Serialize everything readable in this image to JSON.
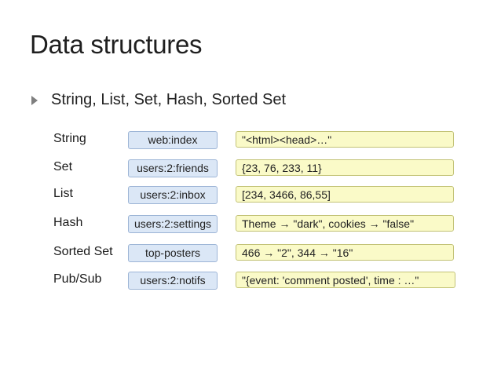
{
  "title": "Data structures",
  "bullet": "String, List, Set, Hash, Sorted Set",
  "rows": [
    {
      "label": "String",
      "key": "web:index",
      "value": "\"<html><head>…\""
    },
    {
      "label": "Set",
      "key": "users:2:friends",
      "value": "{23, 76, 233, 11}"
    },
    {
      "label": "List",
      "key": "users:2:inbox",
      "value": "[234, 3466, 86,55]"
    },
    {
      "label": "Hash",
      "key": "users:2:settings",
      "value": "Theme → \"dark\", cookies  → \"false\""
    },
    {
      "label": "Sorted Set",
      "key": "top-posters",
      "value": "466 → \"2\", 344  → \"16\""
    },
    {
      "label": "Pub/Sub",
      "key": "users:2:notifs",
      "value": "\"{event: 'comment posted', time : …\""
    }
  ]
}
